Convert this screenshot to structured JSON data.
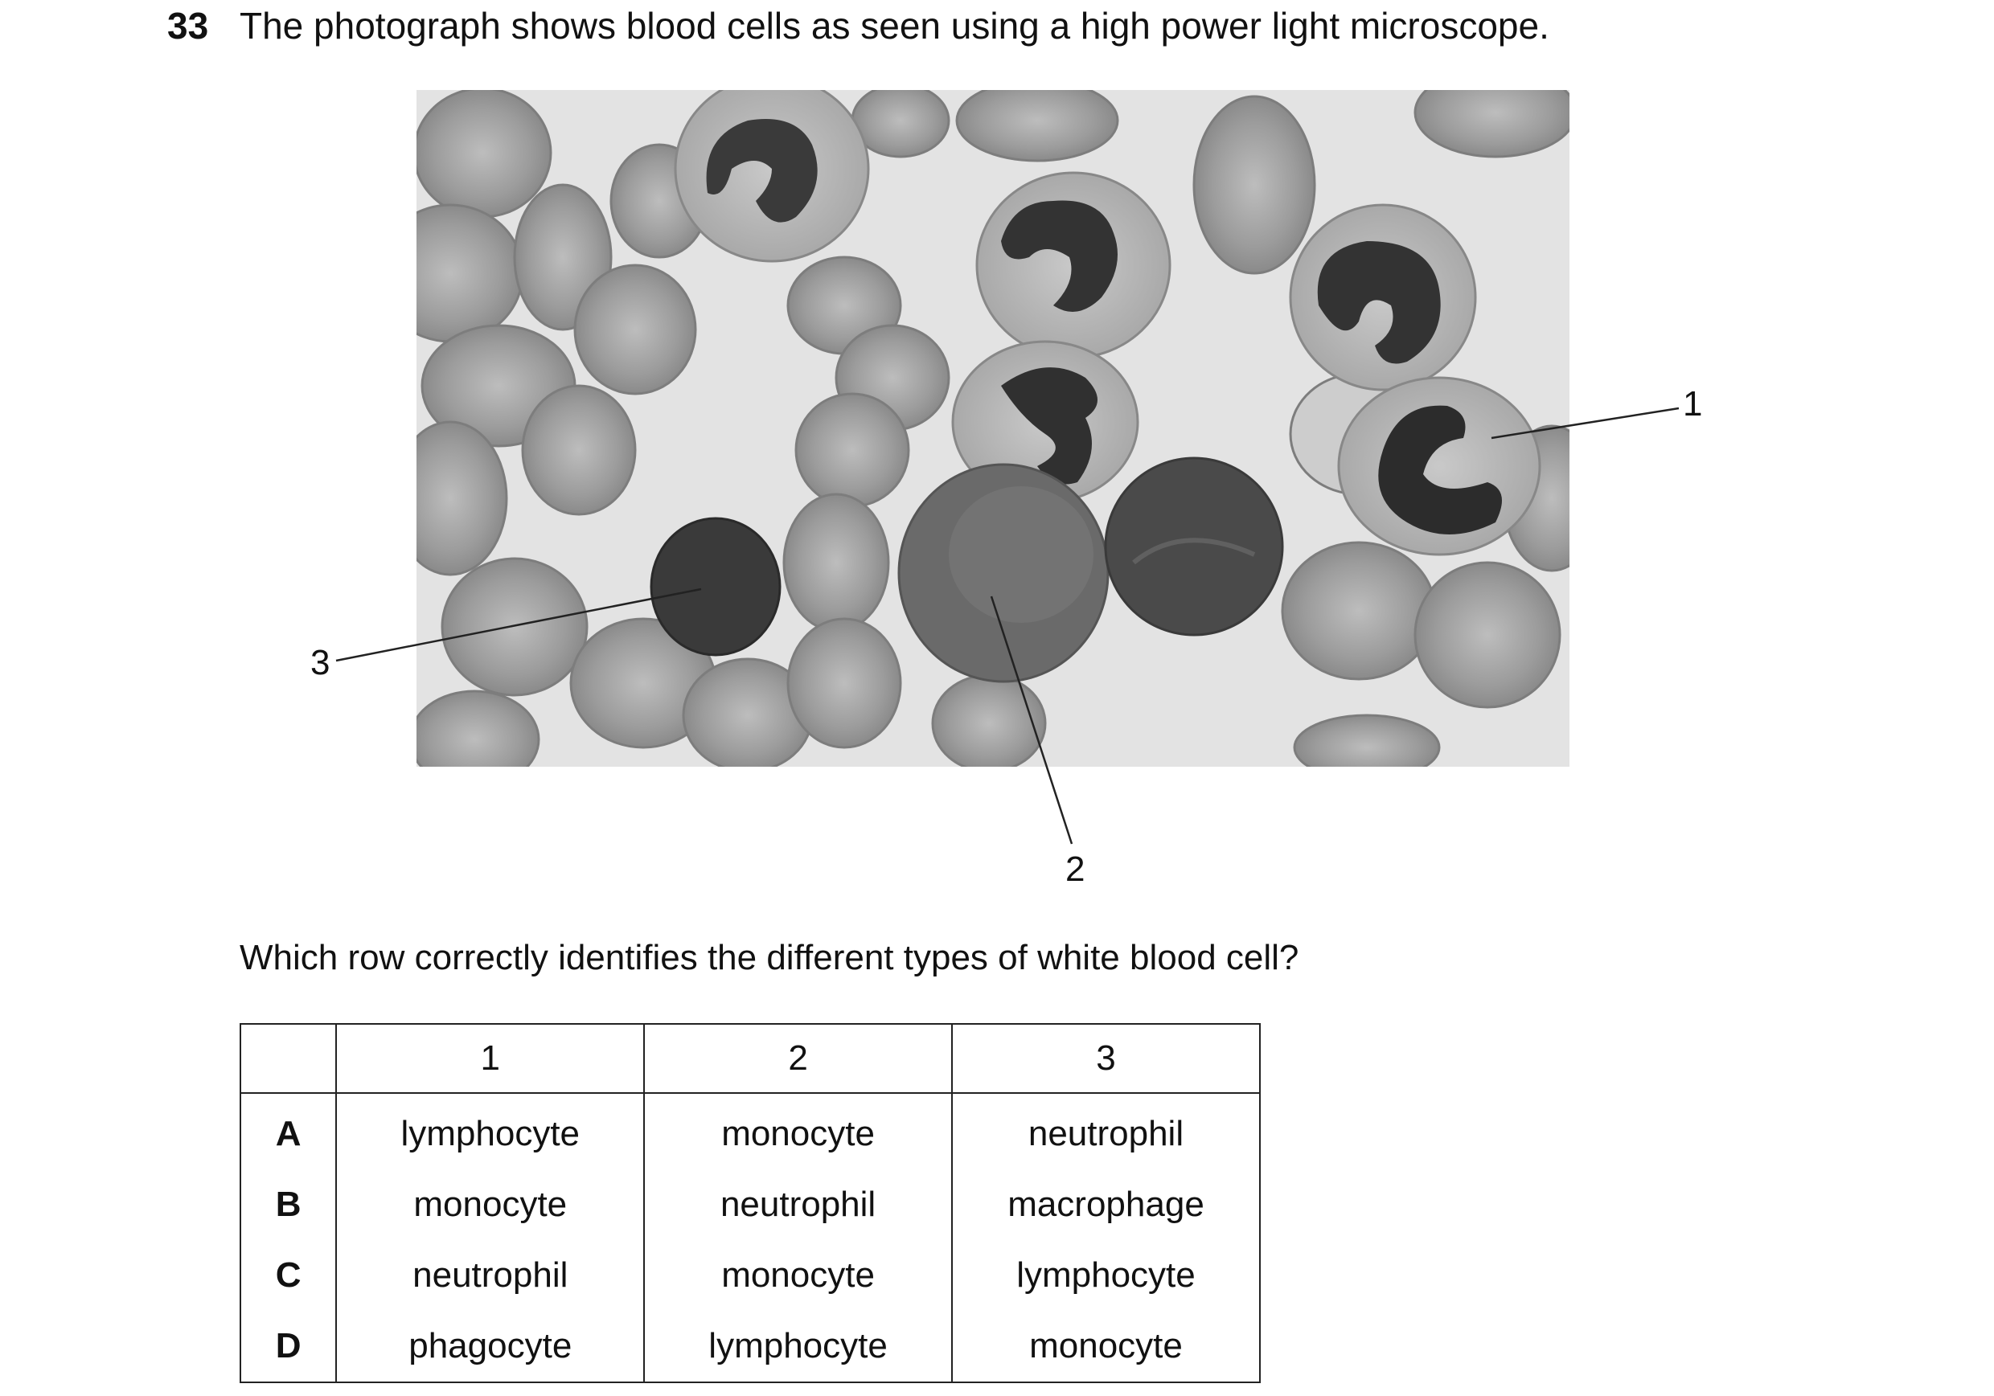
{
  "question": {
    "number": "33",
    "stem": "The photograph shows blood cells as seen using a high power light microscope.",
    "prompt": "Which row correctly identifies the different types of white blood cell?"
  },
  "figure": {
    "labels": {
      "one": "1",
      "two": "2",
      "three": "3"
    }
  },
  "table": {
    "headers": [
      "",
      "1",
      "2",
      "3"
    ],
    "rows": [
      {
        "key": "A",
        "cells": [
          "lymphocyte",
          "monocyte",
          "neutrophil"
        ]
      },
      {
        "key": "B",
        "cells": [
          "monocyte",
          "neutrophil",
          "macrophage"
        ]
      },
      {
        "key": "C",
        "cells": [
          "neutrophil",
          "monocyte",
          "lymphocyte"
        ]
      },
      {
        "key": "D",
        "cells": [
          "phagocyte",
          "lymphocyte",
          "monocyte"
        ]
      }
    ]
  }
}
